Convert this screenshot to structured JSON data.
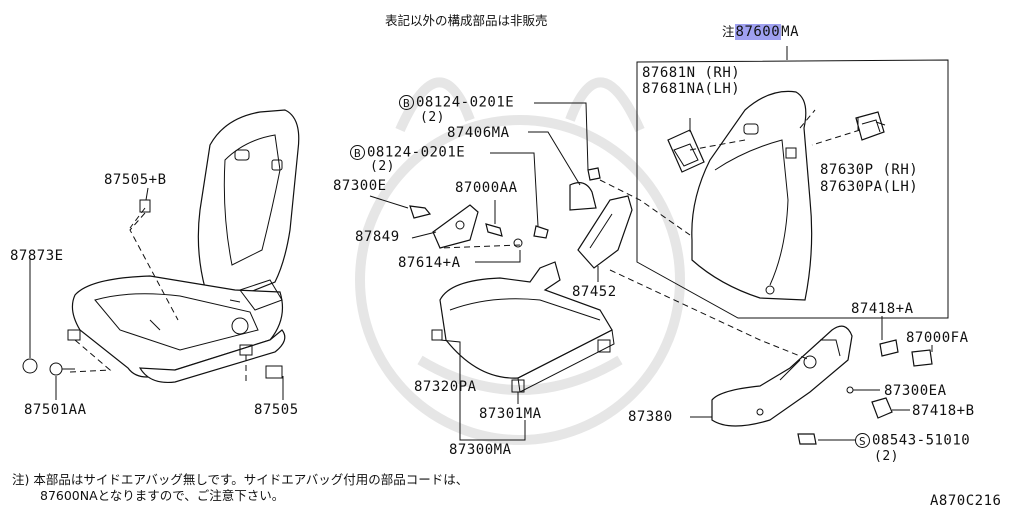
{
  "header": {
    "note": "表記以外の構成部品は非販売"
  },
  "assembly": {
    "prefix": "注",
    "code_highlight": "87600",
    "code_suffix": "MA"
  },
  "parts": {
    "p87681": {
      "line1": "87681N (RH)",
      "line2": "87681NA(LH)"
    },
    "p87630": {
      "line1": "87630P (RH)",
      "line2": "87630PA(LH)"
    },
    "p87505b": "87505+B",
    "p87873e": "87873E",
    "p87501aa": "87501AA",
    "p87505": "87505",
    "bolt1": {
      "mark": "B",
      "code": "08124-0201E",
      "qty": "(2)"
    },
    "p87406ma": "87406MA",
    "bolt2": {
      "mark": "B",
      "code": "08124-0201E",
      "qty": "(2)"
    },
    "p87300e": "87300E",
    "p87000aa": "87000AA",
    "p87849": "87849",
    "p87614a": "87614+A",
    "p87452": "87452",
    "p87320pa": "87320PA",
    "p87301ma": "87301MA",
    "p87300ma": "87300MA",
    "p87418a": "87418+A",
    "p87000fa": "87000FA",
    "p87380": "87380",
    "p87300ea": "87300EA",
    "p87418b": "87418+B",
    "screw": {
      "mark": "S",
      "code": "08543-51010",
      "qty": "(2)"
    }
  },
  "footer": {
    "note_prefix": "注)",
    "note_line1": "本部品はサイドエアバッグ無しです。サイドエアバッグ付用の部品コードは、",
    "note_line2": "87600NAとなりますので、ご注意下さい。"
  },
  "diagram_code": "A870C216"
}
